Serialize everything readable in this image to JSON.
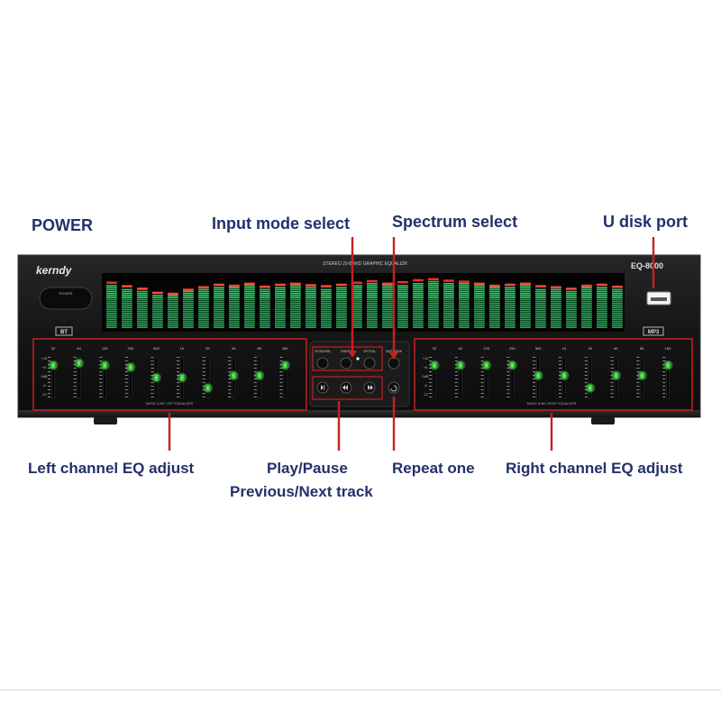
{
  "callouts": {
    "power": "POWER",
    "input_mode": "Input mode select",
    "spectrum": "Spectrum select",
    "u_disk": "U disk port",
    "left_eq": "Left channel EQ adjust",
    "play_pause": "Play/Pause",
    "prev_next": "Previous/Next track",
    "repeat": "Repeat one",
    "right_eq": "Right channel EQ adjust"
  },
  "device": {
    "brand": "kerndy",
    "model": "EQ-8000",
    "panel_title": "STEREO 20-BAND GRAPHIC EQUALIZR",
    "power_label": "POWER",
    "bt_badge": "BT",
    "mp3_badge": "MP3",
    "left_eq_caption": "MUSIC & MIC LEFT EQUALIZER",
    "right_eq_caption": "MUSIC & MIC RIGHT EQUALIZER",
    "freq_labels": [
      "32",
      "64",
      "125",
      "250",
      "500",
      "1K",
      "2K",
      "4K",
      "8K",
      "16K"
    ],
    "db_scale": [
      "+12",
      "+6",
      "0dB",
      "-6",
      "-12"
    ],
    "input_buttons": [
      "BT/SD/USB",
      "LINE/FM",
      "OPTICAL"
    ],
    "spectrum_button": "DISP MODE",
    "transport_icons": [
      "play-pause",
      "previous",
      "next"
    ],
    "spectrum_levels": [
      0.92,
      0.85,
      0.8,
      0.72,
      0.7,
      0.78,
      0.83,
      0.88,
      0.86,
      0.9,
      0.84,
      0.88,
      0.9,
      0.87,
      0.85,
      0.88,
      0.92,
      0.95,
      0.9,
      0.93,
      0.97,
      0.99,
      0.96,
      0.94,
      0.9,
      0.86,
      0.88,
      0.9,
      0.85,
      0.83,
      0.8,
      0.86,
      0.88,
      0.84
    ],
    "left_slider_positions": [
      0.2,
      0.15,
      0.2,
      0.25,
      0.5,
      0.5,
      0.75,
      0.45,
      0.45,
      0.2
    ],
    "right_slider_positions": [
      0.2,
      0.2,
      0.2,
      0.2,
      0.45,
      0.45,
      0.75,
      0.45,
      0.45,
      0.2
    ],
    "accent_color": "#c8201e",
    "led_color": "#4cff4c"
  }
}
